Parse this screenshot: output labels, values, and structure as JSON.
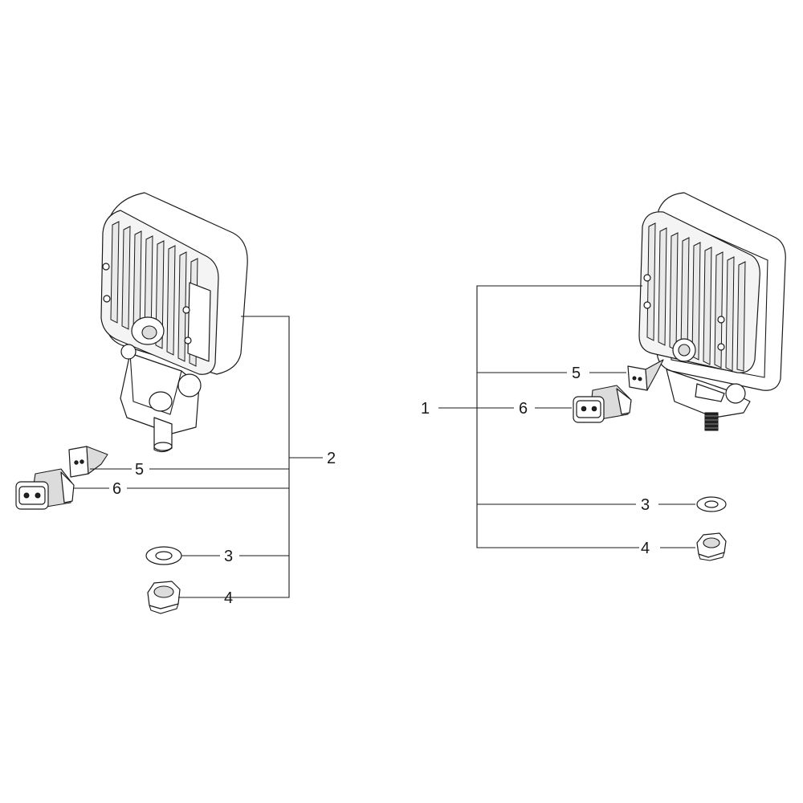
{
  "diagram": {
    "left_assembly": {
      "callouts": {
        "assembly": "2",
        "bracket": "5",
        "connector": "6",
        "washer": "3",
        "nut": "4"
      }
    },
    "right_assembly": {
      "callouts": {
        "assembly": "1",
        "bracket": "5",
        "connector": "6",
        "washer": "3",
        "nut": "4"
      }
    }
  }
}
